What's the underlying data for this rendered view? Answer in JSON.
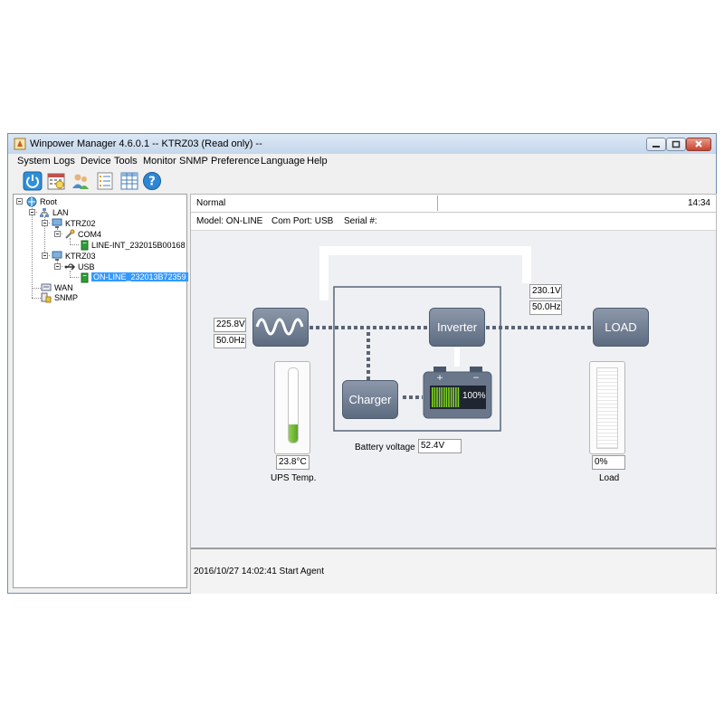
{
  "window": {
    "title": "Winpower Manager 4.6.0.1 -- KTRZ03 (Read only) --"
  },
  "menu": [
    "System",
    "Logs",
    "Device",
    "Tools",
    "Monitor",
    "SNMP",
    "Preference",
    "Language",
    "Help"
  ],
  "toolbar": {
    "icons": [
      "power-icon",
      "calendar-icon",
      "users-icon",
      "list-icon",
      "table-icon",
      "help-icon"
    ]
  },
  "tree": {
    "root": "Root",
    "lan": "LAN",
    "ktrz02": "KTRZ02",
    "com4": "COM4",
    "line_int": "LINE-INT_232015B00168",
    "ktrz03": "KTRZ03",
    "usb": "USB",
    "online_dev": "ON-LINE_232013B72359",
    "wan": "WAN",
    "snmp": "SNMP"
  },
  "status": {
    "state": "Normal",
    "time": "14:34"
  },
  "info": {
    "model": "Model: ON-LINE",
    "com_port": "Com Port: USB",
    "serial": "Serial #:"
  },
  "diagram": {
    "input_voltage": "225.8V",
    "input_freq": "50.0Hz",
    "output_voltage": "230.1V",
    "output_freq": "50.0Hz",
    "inverter_label": "Inverter",
    "charger_label": "Charger",
    "load_label": "LOAD",
    "battery_level": "100%",
    "battery_voltage_label": "Battery voltage",
    "battery_voltage": "52.4V",
    "ups_temp": "23.8°C",
    "ups_temp_label": "UPS Temp.",
    "load_value": "0%",
    "load_caption": "Load",
    "temp_fraction": 0.25,
    "load_fraction": 0
  },
  "log": {
    "entry": "2016/10/27 14:02:41  Start Agent"
  },
  "colors": {
    "selection": "#3399ff",
    "battery_green": "#7ed321",
    "block": "#6a778b"
  }
}
